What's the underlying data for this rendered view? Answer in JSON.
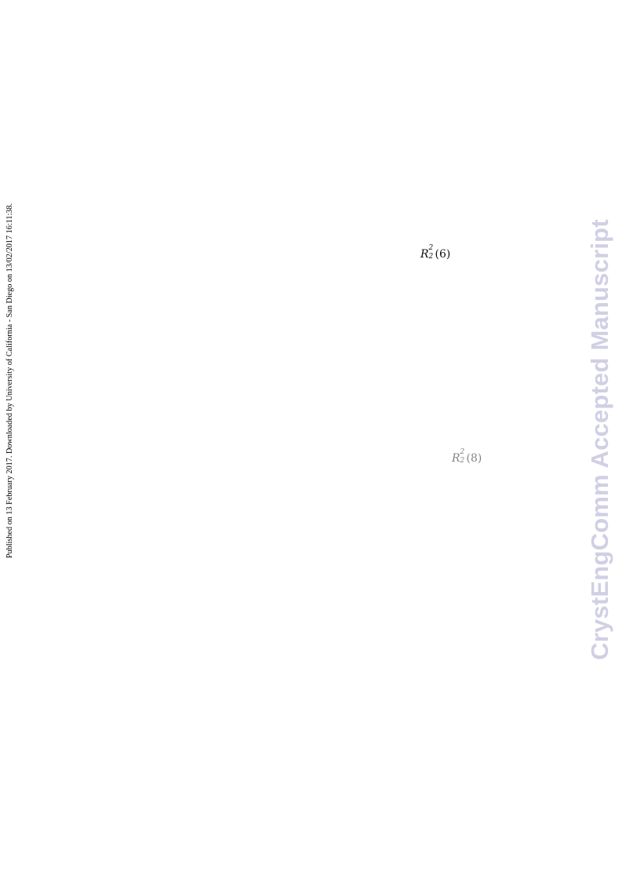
{
  "publication_note": "Published on 13 February 2017. Downloaded by University of California - San Diego on 13/02/2017 16:11:38.",
  "watermark": "CrystEngComm Accepted Manuscript",
  "motifs": [
    {
      "symbol": "R",
      "superscript": "2",
      "subscript": "2",
      "ring": "(6)"
    },
    {
      "symbol": "R",
      "superscript": "2",
      "subscript": "2",
      "ring": "(8)"
    }
  ],
  "colors": {
    "watermark": "#d0cfe4",
    "text": "#000000",
    "background": "#ffffff"
  }
}
